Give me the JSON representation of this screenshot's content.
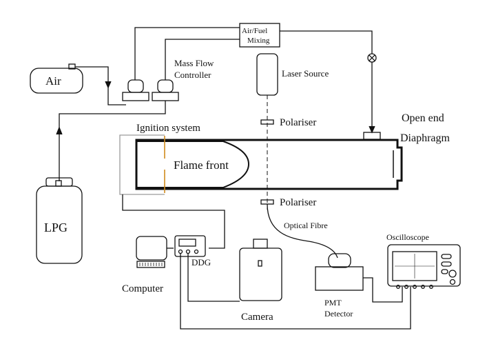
{
  "colors": {
    "stroke": "#111111",
    "ignition_wire": "#9a9a9a",
    "electrode": "#d08a1c",
    "background": "#ffffff"
  },
  "labels": {
    "air": "Air",
    "lpg": "LPG",
    "air_fuel_line1": "Air/Fuel",
    "air_fuel_line2": "Mixing",
    "mfc_line1": "Mass Flow",
    "mfc_line2": "Controller",
    "laser": "Laser Source",
    "polariser_top": "Polariser",
    "polariser_bottom": "Polariser",
    "open_end": "Open end",
    "diaphragm": "Diaphragm",
    "ignition": "Ignition system",
    "flame_front": "Flame front",
    "optical_fibre": "Optical Fibre",
    "oscilloscope": "Oscilloscope",
    "computer": "Computer",
    "ddg": "DDG",
    "camera": "Camera",
    "pmt_line1": "PMT",
    "pmt_line2": "Detector"
  },
  "icons": [
    "valve-icon",
    "computer-icon",
    "camera-icon",
    "oscilloscope-icon",
    "ddg-icon"
  ]
}
